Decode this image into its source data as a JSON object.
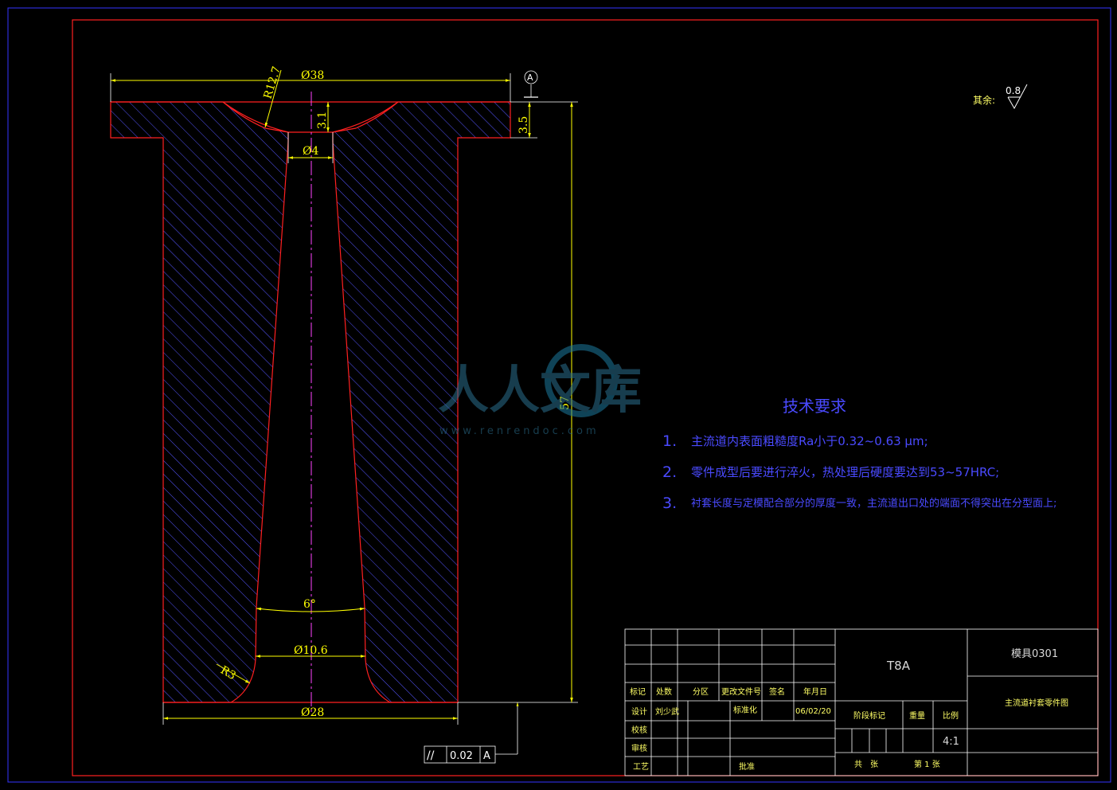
{
  "dimensions": {
    "top_diameter": "Ø38",
    "radius_top": "R12.7",
    "recess_depth": "3.1",
    "flange_thickness": "3.5",
    "small_diameter": "Ø4",
    "overall_length": "57",
    "taper_angle": "6°",
    "exit_diameter": "Ø10.6",
    "fillet_radius": "R3",
    "body_diameter": "Ø28"
  },
  "datum": {
    "label": "A"
  },
  "tolerance": {
    "symbol": "//",
    "value": "0.02",
    "datum": "A"
  },
  "surface_finish": {
    "prefix": "其余:",
    "value": "0.8"
  },
  "watermark": {
    "text": "人人文库",
    "url": "www.renrendoc.com"
  },
  "tech_requirements": {
    "title": "技术要求",
    "items": [
      {
        "num": "1.",
        "text": "主流道内表面粗糙度Ra小于0.32~0.63 μm;"
      },
      {
        "num": "2.",
        "text": "零件成型后要进行淬火，热处理后硬度要达到53~57HRC;"
      },
      {
        "num": "3.",
        "text": "衬套长度与定模配合部分的厚度一致，主流道出口处的端面不得突出在分型面上;"
      }
    ]
  },
  "title_block": {
    "material": "T8A",
    "drawing_no": "模具0301",
    "part_name": "主流道衬套零件图",
    "headers": [
      "标记",
      "处数",
      "分区",
      "更改文件号",
      "签名",
      "年月日"
    ],
    "design_label": "设计",
    "designer": "刘少武",
    "standard_label": "标准化",
    "date": "06/02/20",
    "check_label": "校核",
    "review_label": "审核",
    "process_label": "工艺",
    "approve_label": "批准",
    "stage_label": "阶段标记",
    "weight_label": "重量",
    "scale_label": "比例",
    "scale": "4:1",
    "sheets_total": "共　张",
    "sheet_no": "第 1 张"
  }
}
